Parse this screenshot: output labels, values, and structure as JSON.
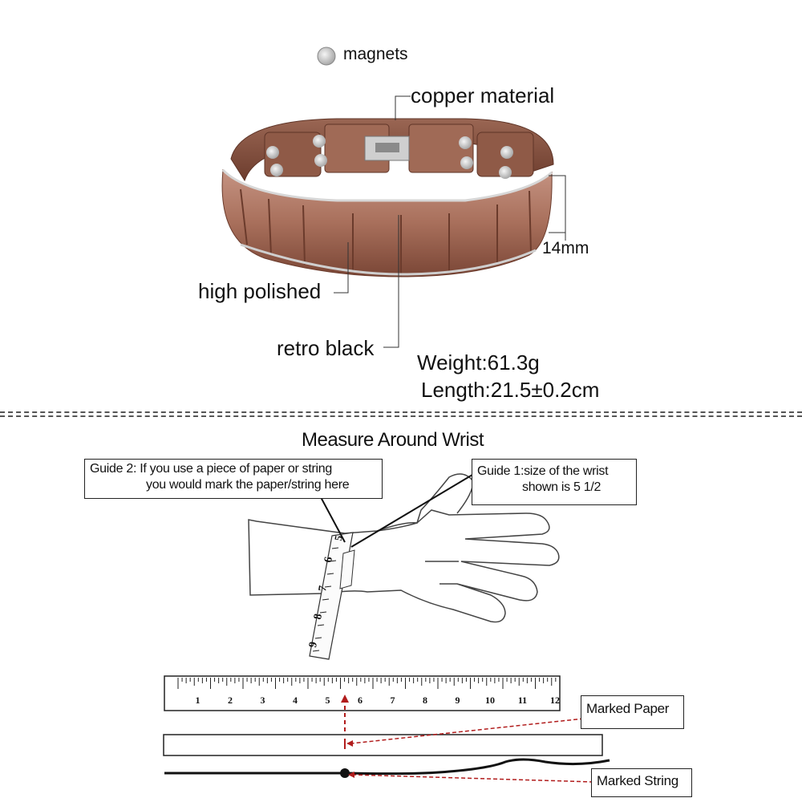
{
  "legend": {
    "magnets_label": "magnets"
  },
  "callouts": {
    "copper_material": "copper material",
    "width_dimension": "14mm",
    "high_polished": "high polished",
    "retro_black": "retro black"
  },
  "specs": {
    "weight": "Weight:61.3g",
    "length": "Length:21.5±0.2cm"
  },
  "measure": {
    "title": "Measure Around Wrist",
    "guide2_line1": "Guide 2: If you use a piece of paper or string",
    "guide2_line2": "you would mark the paper/string here",
    "guide1_line1": "Guide 1:size of the wrist",
    "guide1_line2": "shown is 5 1/2",
    "tape_numbers": [
      "5",
      "6",
      "7",
      "8",
      "9"
    ],
    "ruler_numbers": [
      "1",
      "2",
      "3",
      "4",
      "5",
      "6",
      "7",
      "8",
      "9",
      "10",
      "11",
      "12"
    ],
    "marked_paper": "Marked Paper",
    "marked_string": "Marked String"
  },
  "colors": {
    "copper": "#b07a64",
    "copper_dark": "#7d4a38",
    "magnet": "#d9d9d9",
    "marker_red": "#b11c1c"
  }
}
